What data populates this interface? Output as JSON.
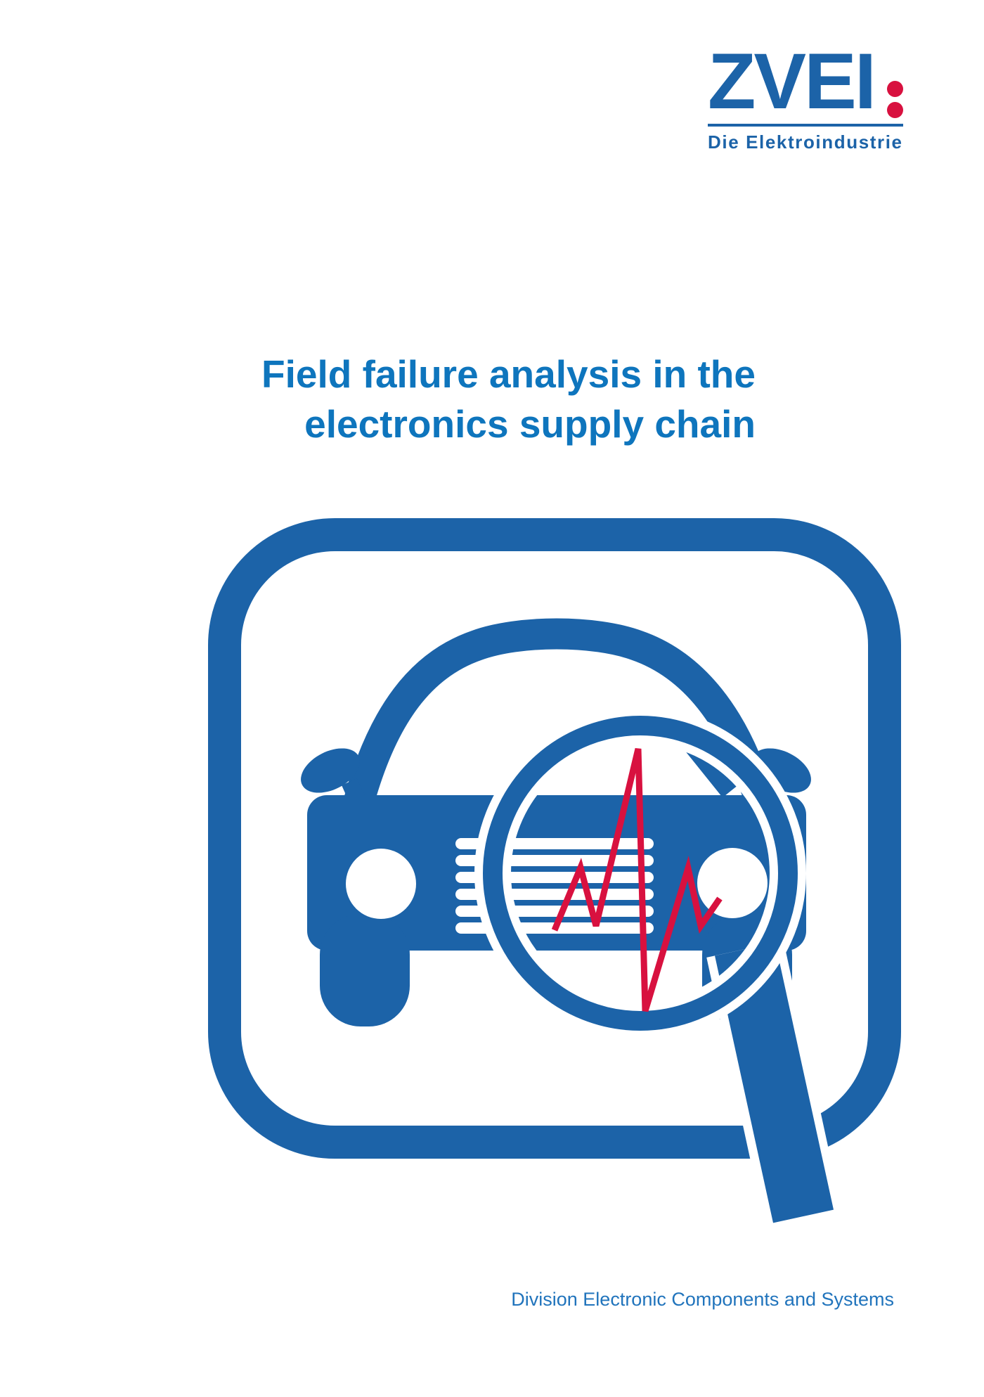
{
  "logo": {
    "wordmark": "ZVEI",
    "tagline": "Die Elektroindustrie"
  },
  "document": {
    "title_line1": "Field failure analysis in the",
    "title_line2": "electronics supply chain",
    "footer": "Division Electronic Components and Systems"
  },
  "illustration": {
    "name": "car-under-magnifier-icon",
    "elements": [
      "rounded-frame",
      "car-roof",
      "side-mirrors",
      "car-body",
      "headlights",
      "grille",
      "wheels",
      "magnifier-glass",
      "failure-signal-line"
    ]
  },
  "colors": {
    "brand_blue": "#1c63a8",
    "title_blue": "#0e75bd",
    "footer_blue": "#2174bc",
    "accent_red": "#d8113f",
    "paper": "#ffffff"
  }
}
